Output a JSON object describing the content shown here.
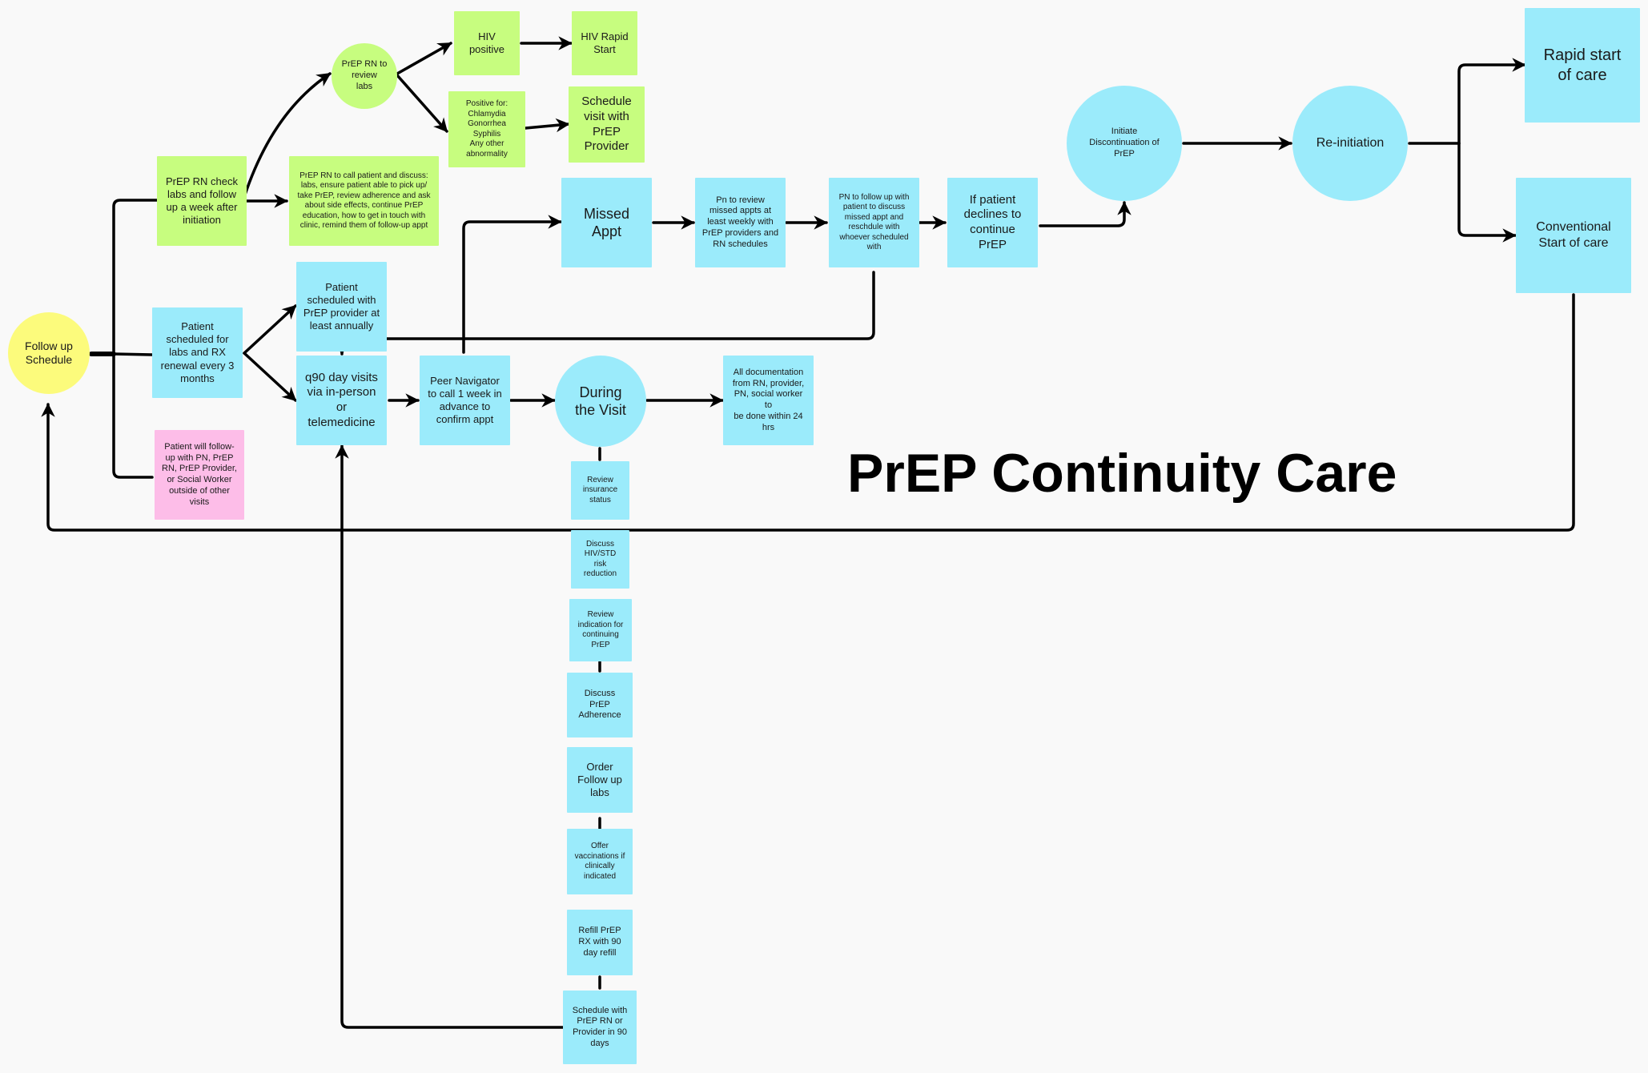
{
  "title": "PrEP Continuity Care",
  "colors": {
    "blue": "#9bebfb",
    "green": "#c7fd7f",
    "yellow": "#fcfb7c",
    "pink": "#fdbde8",
    "line": "#000000",
    "background": "#f9f9f9"
  },
  "nodes": {
    "follow_up_schedule": "Follow up\nSchedule",
    "rn_check_labs": "PrEP RN check\nlabs and follow\nup a week after\ninitiation",
    "rn_review_labs": "PrEP RN to\nreview\nlabs",
    "hiv_positive": "HIV\npositive",
    "hiv_rapid_start": "HIV Rapid\nStart",
    "positive_for": "Positive for:\nChlamydia\nGonorrhea\nSyphilis\nAny other\nabnormality",
    "schedule_visit_provider": "Schedule\nvisit with\nPrEP\nProvider",
    "rn_call_patient": "PrEP RN to call patient and discuss:\nlabs, ensure patient able to pick up/\ntake PrEP, review adherence and ask\nabout side effects, continue PrEP\neducation, how to get in touch with\nclinic, remind them of follow-up appt",
    "patient_scheduled_labs": "Patient\nscheduled for\nlabs and RX\nrenewal every 3\nmonths",
    "patient_scheduled_annually": "Patient\nscheduled with\nPrEP provider at\nleast annually",
    "q90_visits": "q90 day visits\nvia in-person\nor\ntelemedicine",
    "peer_navigator_call": "Peer Navigator\nto call 1 week in\nadvance to\nconfirm appt",
    "during_visit": "During\nthe Visit",
    "documentation": "All documentation\nfrom RN, provider,\nPN, social worker to\nbe done within 24\nhrs",
    "patient_follow_up_other": "Patient will follow-\nup with PN, PrEP\nRN, PrEP Provider,\nor Social Worker\noutside of other\nvisits",
    "missed_appt": "Missed\nAppt",
    "pn_review_missed": "Pn to review\nmissed appts at\nleast weekly with\nPrEP providers and\nRN schedules",
    "pn_follow_up": "PN to follow up with\npatient to discuss\nmissed appt and\nreschdule with\nwhoever scheduled\nwith",
    "patient_declines": "If patient\ndeclines to\ncontinue\nPrEP",
    "initiate_discontinuation": "Initiate\nDiscontinuation of\nPrEP",
    "re_initiation": "Re-initiation",
    "rapid_start": "Rapid start\nof care",
    "conventional_start": "Conventional\nStart of care"
  },
  "visit_steps": [
    "Review\ninsurance\nstatus",
    "Discuss\nHIV/STD\nrisk\nreduction",
    "Review\nindication for\ncontinuing\nPrEP",
    "Discuss PrEP\nAdherence",
    "Order\nFollow up\nlabs",
    "Offer\nvaccinations if\nclinically\nindicated",
    "Refill PrEP\nRX with 90\nday refill",
    "Schedule with\nPrEP RN or\nProvider in 90\ndays"
  ]
}
